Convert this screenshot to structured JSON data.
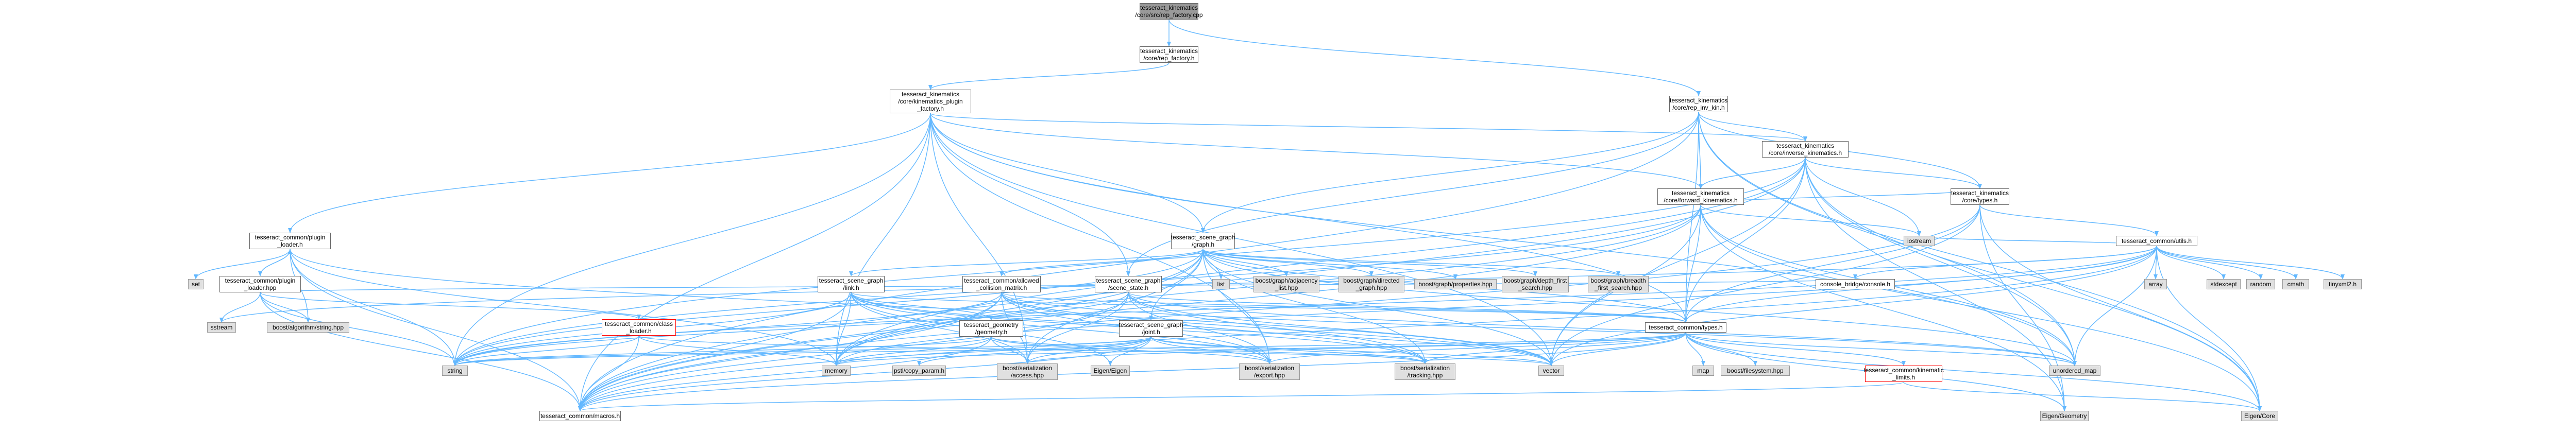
{
  "page": {
    "title": "tesseract_kinematics/core/src/rep_factory.cpp include dependency graph"
  },
  "graph": {
    "edge_color": "#63b8ff",
    "node_colors": {
      "local": "#ffffff",
      "system": "#e0e0e0",
      "root": "#999999",
      "undocumented_border": "#ff0000"
    },
    "nodes": {
      "root": "tesseract_kinematics\n/core/src/rep_factory.cpp",
      "rep_factory_h": "tesseract_kinematics\n/core/rep_factory.h",
      "plugin_factory_h": "tesseract_kinematics\n/core/kinematics_plugin\n_factory.h",
      "rep_inv_kin_h": "tesseract_kinematics\n/core/rep_inv_kin.h",
      "inverse_kinematics_h": "tesseract_kinematics\n/core/inverse_kinematics.h",
      "forward_kinematics_h": "tesseract_kinematics\n/core/forward_kinematics.h",
      "types_h": "tesseract_kinematics\n/core/types.h",
      "plugin_loader_h": "tesseract_common/plugin\n_loader.h",
      "plugin_loader_hpp": "tesseract_common/plugin\n_loader.hpp",
      "scene_graph_graph_h": "tesseract_scene_graph\n/graph.h",
      "utils_h": "tesseract_common/utils.h",
      "common_types_h": "tesseract_common/types.h",
      "link_h": "tesseract_scene_graph\n/link.h",
      "allowed_collision_matrix_h": "tesseract_common/allowed\n_collision_matrix.h",
      "scene_state_h": "tesseract_scene_graph\n/scene_state.h",
      "geometry_h": "tesseract_geometry\n/geometry.h",
      "joint_h": "tesseract_scene_graph\n/joint.h",
      "class_loader_h": "tesseract_common/class\n_loader.h",
      "kinematic_limits_h": "tesseract_common/kinematic\n_limits.h",
      "macros_h": "tesseract_common/macros.h",
      "set": "set",
      "console_bridge": "console_bridge/console.h",
      "sstream": "sstream",
      "boost_algorithm_string": "boost/algorithm/string.hpp",
      "string": "string",
      "memory": "memory",
      "vector": "vector",
      "map": "map",
      "unordered_map": "unordered_map",
      "list": "list",
      "iostream": "iostream",
      "boost_adjacency_list": "boost/graph/adjacency\n_list.hpp",
      "boost_directed_graph": "boost/graph/directed\n_graph.hpp",
      "boost_properties": "boost/graph/properties.hpp",
      "boost_depth_first": "boost/graph/depth_first\n_search.hpp",
      "boost_breadth_first": "boost/graph/breadth\n_first_search.hpp",
      "boost_access": "boost/serialization\n/access.hpp",
      "boost_export": "boost/serialization\n/export.hpp",
      "boost_tracking": "boost/serialization\n/tracking.hpp",
      "boost_filesystem": "boost/filesystem.hpp",
      "eigen_eigen": "Eigen/Eigen",
      "eigen_geometry": "Eigen/Geometry",
      "eigen_core": "Eigen/Core",
      "pstl": "pstl/copy_param.h",
      "array": "array",
      "random": "random",
      "stdexcept": "stdexcept",
      "cmath": "cmath",
      "tinyxml2": "tinyxml2.h"
    },
    "edges": [
      [
        "root",
        "rep_factory_h"
      ],
      [
        "root",
        "rep_inv_kin_h"
      ],
      [
        "rep_factory_h",
        "plugin_factory_h"
      ],
      [
        "plugin_factory_h",
        "plugin_loader_h"
      ],
      [
        "plugin_factory_h",
        "inverse_kinematics_h"
      ],
      [
        "plugin_factory_h",
        "forward_kinematics_h"
      ],
      [
        "plugin_factory_h",
        "scene_graph_graph_h"
      ],
      [
        "plugin_factory_h",
        "scene_state_h"
      ],
      [
        "plugin_factory_h",
        "common_types_h"
      ],
      [
        "plugin_factory_h",
        "string"
      ],
      [
        "plugin_factory_h",
        "memory"
      ],
      [
        "plugin_factory_h",
        "vector"
      ],
      [
        "plugin_factory_h",
        "unordered_map"
      ],
      [
        "plugin_factory_h",
        "macros_h"
      ],
      [
        "plugin_factory_h",
        "boost_access"
      ],
      [
        "plugin_factory_h",
        "boost_export"
      ],
      [
        "rep_inv_kin_h",
        "inverse_kinematics_h"
      ],
      [
        "rep_inv_kin_h",
        "forward_kinematics_h"
      ],
      [
        "rep_inv_kin_h",
        "types_h"
      ],
      [
        "rep_inv_kin_h",
        "scene_graph_graph_h"
      ],
      [
        "rep_inv_kin_h",
        "scene_state_h"
      ],
      [
        "rep_inv_kin_h",
        "common_types_h"
      ],
      [
        "rep_inv_kin_h",
        "macros_h"
      ],
      [
        "rep_inv_kin_h",
        "unordered_map"
      ],
      [
        "rep_inv_kin_h",
        "eigen_core"
      ],
      [
        "inverse_kinematics_h",
        "forward_kinematics_h"
      ],
      [
        "inverse_kinematics_h",
        "types_h"
      ],
      [
        "inverse_kinematics_h",
        "common_types_h"
      ],
      [
        "inverse_kinematics_h",
        "macros_h"
      ],
      [
        "inverse_kinematics_h",
        "iostream"
      ],
      [
        "inverse_kinematics_h",
        "vector"
      ],
      [
        "inverse_kinematics_h",
        "unordered_map"
      ],
      [
        "inverse_kinematics_h",
        "memory"
      ],
      [
        "inverse_kinematics_h",
        "string"
      ],
      [
        "inverse_kinematics_h",
        "eigen_core"
      ],
      [
        "inverse_kinematics_h",
        "eigen_geometry"
      ],
      [
        "forward_kinematics_h",
        "types_h"
      ],
      [
        "forward_kinematics_h",
        "common_types_h"
      ],
      [
        "forward_kinematics_h",
        "macros_h"
      ],
      [
        "forward_kinematics_h",
        "iostream"
      ],
      [
        "forward_kinematics_h",
        "vector"
      ],
      [
        "forward_kinematics_h",
        "memory"
      ],
      [
        "forward_kinematics_h",
        "string"
      ],
      [
        "forward_kinematics_h",
        "unordered_map"
      ],
      [
        "forward_kinematics_h",
        "eigen_geometry"
      ],
      [
        "forward_kinematics_h",
        "eigen_core"
      ],
      [
        "types_h",
        "utils_h"
      ],
      [
        "types_h",
        "common_types_h"
      ],
      [
        "types_h",
        "macros_h"
      ],
      [
        "types_h",
        "vector"
      ],
      [
        "types_h",
        "eigen_core"
      ],
      [
        "types_h",
        "eigen_geometry"
      ],
      [
        "plugin_loader_h",
        "set"
      ],
      [
        "plugin_loader_h",
        "plugin_loader_hpp"
      ],
      [
        "plugin_loader_h",
        "string"
      ],
      [
        "plugin_loader_h",
        "memory"
      ],
      [
        "plugin_loader_h",
        "vector"
      ],
      [
        "plugin_loader_h",
        "macros_h"
      ],
      [
        "plugin_loader_h",
        "boost_algorithm_string"
      ],
      [
        "plugin_loader_hpp",
        "sstream"
      ],
      [
        "plugin_loader_hpp",
        "boost_algorithm_string"
      ],
      [
        "plugin_loader_hpp",
        "console_bridge"
      ],
      [
        "plugin_loader_hpp",
        "class_loader_h"
      ],
      [
        "plugin_loader_hpp",
        "plugin_loader_h"
      ],
      [
        "plugin_loader_hpp",
        "string"
      ],
      [
        "plugin_loader_hpp",
        "macros_h"
      ],
      [
        "class_loader_h",
        "string"
      ],
      [
        "class_loader_h",
        "memory"
      ],
      [
        "class_loader_h",
        "vector"
      ],
      [
        "class_loader_h",
        "macros_h"
      ],
      [
        "scene_graph_graph_h",
        "list"
      ],
      [
        "scene_graph_graph_h",
        "boost_adjacency_list"
      ],
      [
        "scene_graph_graph_h",
        "boost_directed_graph"
      ],
      [
        "scene_graph_graph_h",
        "boost_properties"
      ],
      [
        "scene_graph_graph_h",
        "boost_depth_first"
      ],
      [
        "scene_graph_graph_h",
        "boost_breadth_first"
      ],
      [
        "scene_graph_graph_h",
        "link_h"
      ],
      [
        "scene_graph_graph_h",
        "joint_h"
      ],
      [
        "scene_graph_graph_h",
        "allowed_collision_matrix_h"
      ],
      [
        "scene_graph_graph_h",
        "macros_h"
      ],
      [
        "scene_graph_graph_h",
        "string"
      ],
      [
        "scene_graph_graph_h",
        "memory"
      ],
      [
        "scene_graph_graph_h",
        "vector"
      ],
      [
        "scene_graph_graph_h",
        "unordered_map"
      ],
      [
        "scene_graph_graph_h",
        "boost_access"
      ],
      [
        "scene_graph_graph_h",
        "boost_export"
      ],
      [
        "scene_graph_graph_h",
        "boost_tracking"
      ],
      [
        "scene_graph_graph_h",
        "common_types_h"
      ],
      [
        "link_h",
        "geometry_h"
      ],
      [
        "link_h",
        "common_types_h"
      ],
      [
        "link_h",
        "string"
      ],
      [
        "link_h",
        "memory"
      ],
      [
        "link_h",
        "vector"
      ],
      [
        "link_h",
        "macros_h"
      ],
      [
        "link_h",
        "eigen_eigen"
      ],
      [
        "link_h",
        "boost_access"
      ],
      [
        "link_h",
        "boost_export"
      ],
      [
        "link_h",
        "boost_tracking"
      ],
      [
        "geometry_h",
        "memory"
      ],
      [
        "geometry_h",
        "string"
      ],
      [
        "geometry_h",
        "macros_h"
      ],
      [
        "geometry_h",
        "boost_access"
      ],
      [
        "geometry_h",
        "boost_export"
      ],
      [
        "geometry_h",
        "boost_tracking"
      ],
      [
        "joint_h",
        "memory"
      ],
      [
        "joint_h",
        "string"
      ],
      [
        "joint_h",
        "vector"
      ],
      [
        "joint_h",
        "eigen_eigen"
      ],
      [
        "joint_h",
        "macros_h"
      ],
      [
        "joint_h",
        "boost_access"
      ],
      [
        "joint_h",
        "boost_export"
      ],
      [
        "joint_h",
        "boost_tracking"
      ],
      [
        "joint_h",
        "pstl"
      ],
      [
        "allowed_collision_matrix_h",
        "common_types_h"
      ],
      [
        "allowed_collision_matrix_h",
        "macros_h"
      ],
      [
        "allowed_collision_matrix_h",
        "string"
      ],
      [
        "allowed_collision_matrix_h",
        "memory"
      ],
      [
        "allowed_collision_matrix_h",
        "vector"
      ],
      [
        "allowed_collision_matrix_h",
        "unordered_map"
      ],
      [
        "allowed_collision_matrix_h",
        "boost_access"
      ],
      [
        "allowed_collision_matrix_h",
        "boost_export"
      ],
      [
        "allowed_collision_matrix_h",
        "boost_tracking"
      ],
      [
        "scene_state_h",
        "common_types_h"
      ],
      [
        "scene_state_h",
        "macros_h"
      ],
      [
        "scene_state_h",
        "string"
      ],
      [
        "scene_state_h",
        "unordered_map"
      ],
      [
        "scene_state_h",
        "vector"
      ],
      [
        "scene_state_h",
        "boost_access"
      ],
      [
        "scene_state_h",
        "boost_export"
      ],
      [
        "scene_state_h",
        "boost_tracking"
      ],
      [
        "utils_h",
        "array"
      ],
      [
        "utils_h",
        "sstream"
      ],
      [
        "utils_h",
        "stdexcept"
      ],
      [
        "utils_h",
        "random"
      ],
      [
        "utils_h",
        "cmath"
      ],
      [
        "utils_h",
        "tinyxml2"
      ],
      [
        "utils_h",
        "iostream"
      ],
      [
        "utils_h",
        "console_bridge"
      ],
      [
        "utils_h",
        "common_types_h"
      ],
      [
        "utils_h",
        "macros_h"
      ],
      [
        "utils_h",
        "eigen_core"
      ],
      [
        "utils_h",
        "vector"
      ],
      [
        "utils_h",
        "string"
      ],
      [
        "utils_h",
        "unordered_map"
      ],
      [
        "utils_h",
        "memory"
      ],
      [
        "common_types_h",
        "kinematic_limits_h"
      ],
      [
        "common_types_h",
        "macros_h"
      ],
      [
        "common_types_h",
        "string"
      ],
      [
        "common_types_h",
        "vector"
      ],
      [
        "common_types_h",
        "map"
      ],
      [
        "common_types_h",
        "unordered_map"
      ],
      [
        "common_types_h",
        "boost_filesystem"
      ],
      [
        "common_types_h",
        "eigen_geometry"
      ],
      [
        "common_types_h",
        "eigen_core"
      ],
      [
        "common_types_h",
        "boost_access"
      ],
      [
        "common_types_h",
        "boost_export"
      ],
      [
        "common_types_h",
        "boost_tracking"
      ],
      [
        "common_types_h",
        "memory"
      ],
      [
        "kinematic_limits_h",
        "macros_h"
      ],
      [
        "kinematic_limits_h",
        "eigen_core"
      ]
    ]
  }
}
